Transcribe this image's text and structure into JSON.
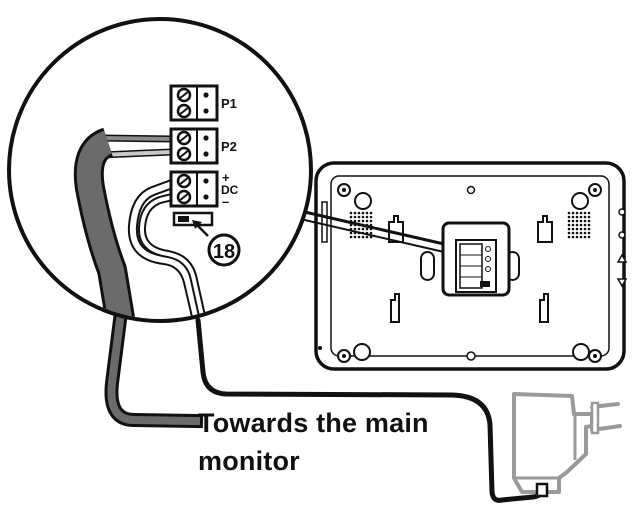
{
  "terminal_labels": {
    "p1": "P1",
    "p2": "P2",
    "dc_plus": "+",
    "dc": "DC",
    "dc_minus": "–"
  },
  "callout_number": "18",
  "caption": {
    "line1": "Towards the main",
    "line2": "monitor"
  },
  "colors": {
    "outline": "#111111",
    "bus_cable": "#6b6b6b",
    "power_adapter": "#9a9a9a",
    "wire_gray": "#8a8a8a"
  },
  "icons": [
    "wall-plug-icon",
    "callout-arrow-icon"
  ]
}
